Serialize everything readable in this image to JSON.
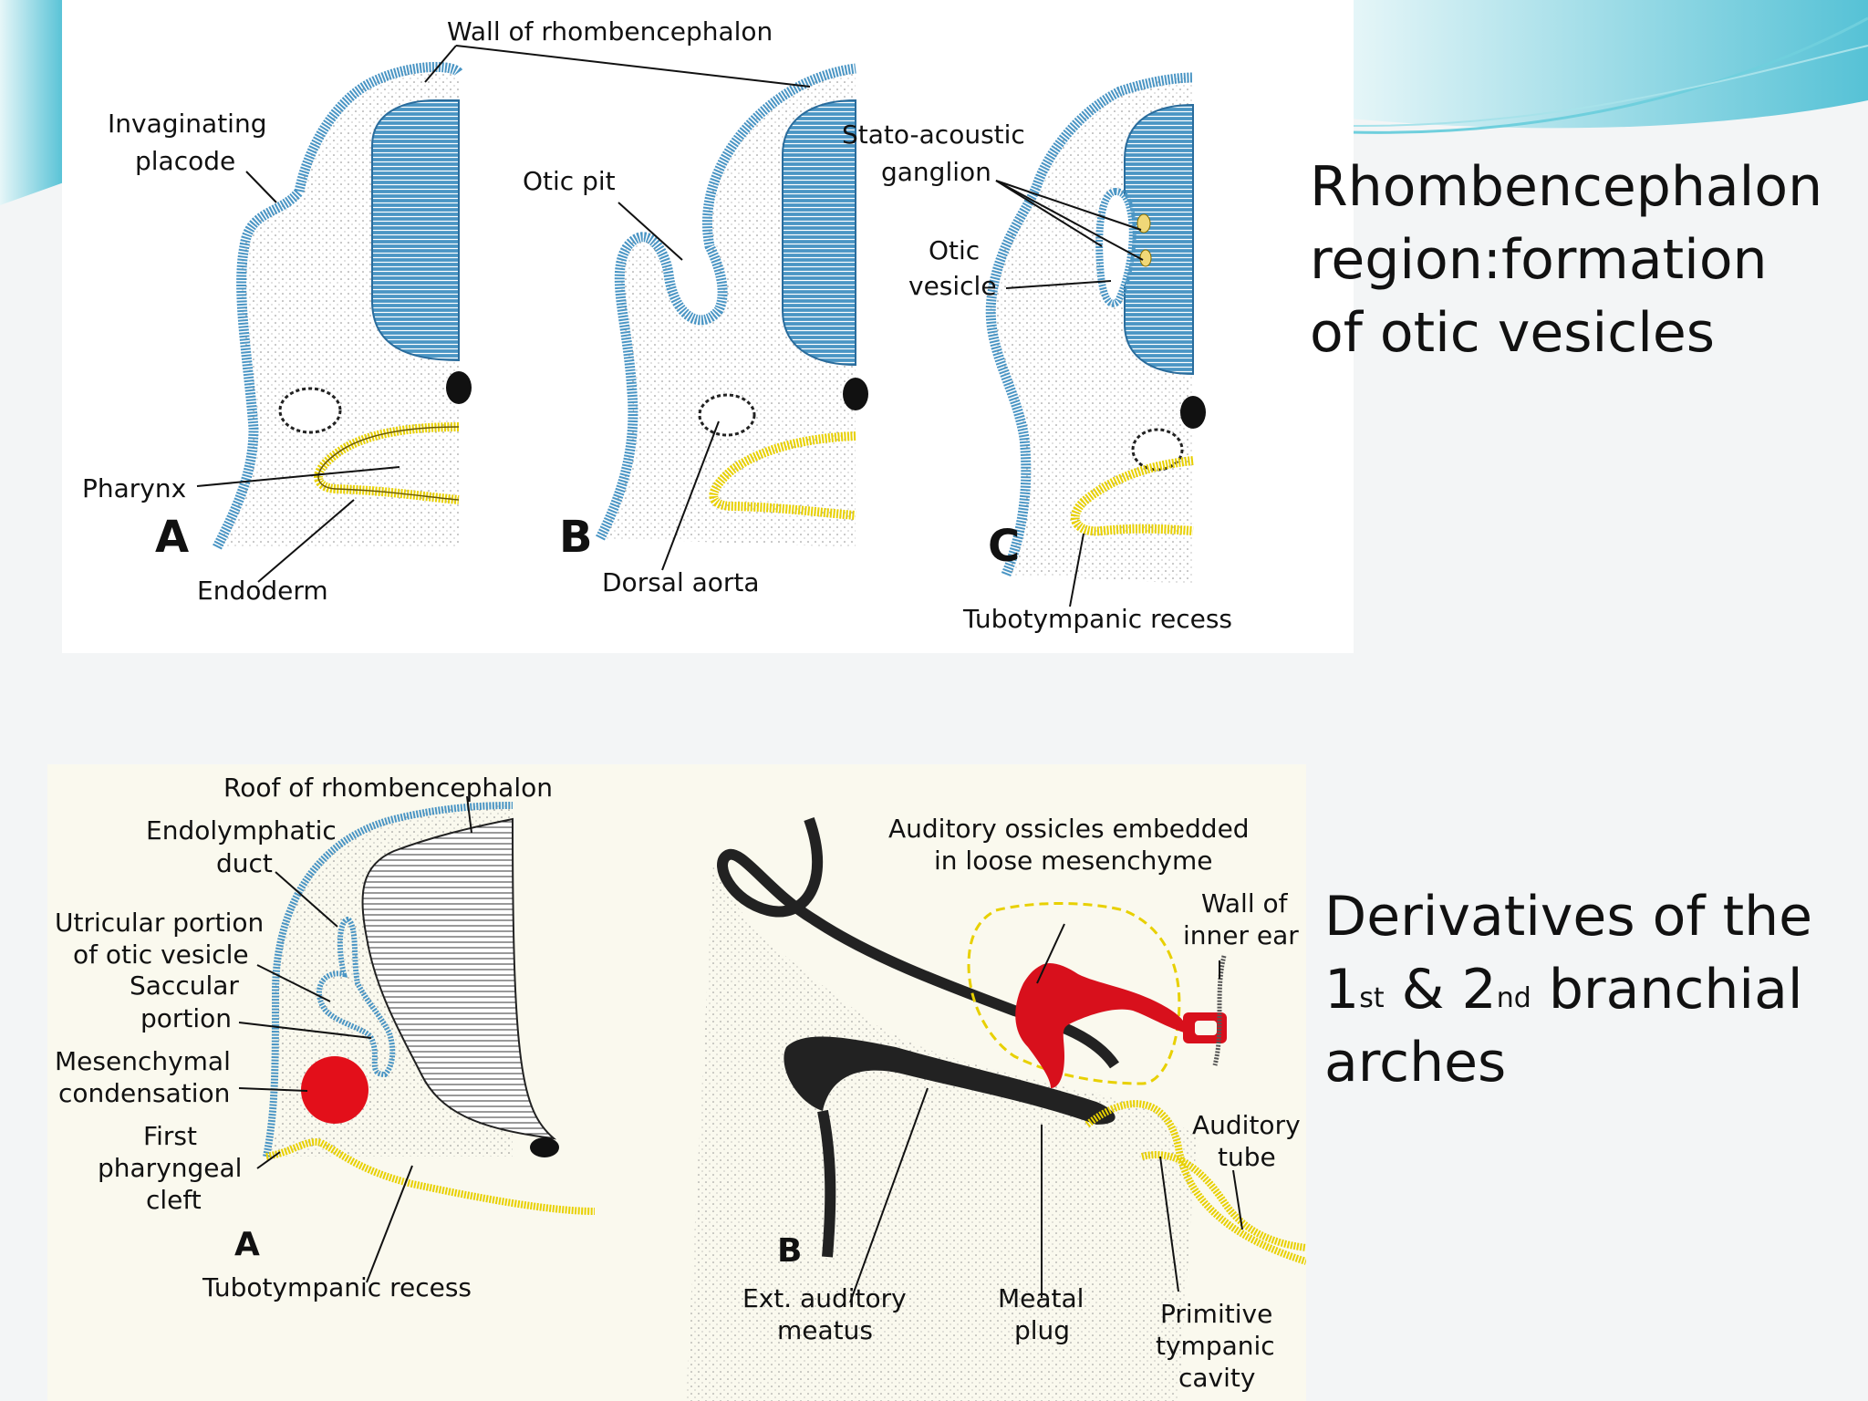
{
  "slide": {
    "accent_color": "#5bc8d8",
    "title_top": "Rhombencephalon region:formation of otic vesicles",
    "title_top_lines": [
      "Rhombencephalon",
      "region:formation",
      "of otic vesicles"
    ],
    "title_bottom": {
      "line1": "Derivatives of the",
      "num1": "1",
      "sup1": "st",
      "amp": " & 2",
      "sup2": "nd",
      "rest": " branchial",
      "line3": "arches"
    }
  },
  "figure_top": {
    "colors": {
      "ectoderm": "#4a95c4",
      "endoderm": "#e8d000",
      "ganglion": "#f0d878"
    },
    "labels": {
      "wall": "Wall of rhombencephalon",
      "invaginating": "Invaginating",
      "placode": "placode",
      "otic_pit": "Otic pit",
      "stato1": "Stato-acoustic",
      "stato2": "ganglion",
      "otic1": "Otic",
      "otic2": "vesicle",
      "pharynx": "Pharynx",
      "endoderm": "Endoderm",
      "dorsal_aorta": "Dorsal aorta",
      "tubotympanic": "Tubotympanic recess",
      "panel_a": "A",
      "panel_b": "B",
      "panel_c": "C"
    }
  },
  "figure_bottom": {
    "colors": {
      "ossicle": "#d8101c",
      "plug": "#222222",
      "tube": "#e8d000"
    },
    "labels": {
      "roof": "Roof of rhombencephalon",
      "endolymph1": "Endolymphatic",
      "endolymph2": "duct",
      "utric1": "Utricular portion",
      "utric2": "of otic vesicle",
      "saccular1": "Saccular",
      "saccular2": "portion",
      "mesen1": "Mesenchymal",
      "mesen2": "condensation",
      "cleft1": "First",
      "cleft2": "pharyngeal",
      "cleft3": "cleft",
      "tubo": "Tubotympanic recess",
      "panel_a": "A",
      "ossicles1": "Auditory ossicles embedded",
      "ossicles2": "in loose mesenchyme",
      "wall1": "Wall of",
      "wall2": "inner ear",
      "tube1": "Auditory",
      "tube2": "tube",
      "ext1": "Ext. auditory",
      "ext2": "meatus",
      "plug1": "Meatal",
      "plug2": "plug",
      "prim1": "Primitive",
      "prim2": "tympanic",
      "prim3": "cavity",
      "panel_b": "B"
    }
  }
}
